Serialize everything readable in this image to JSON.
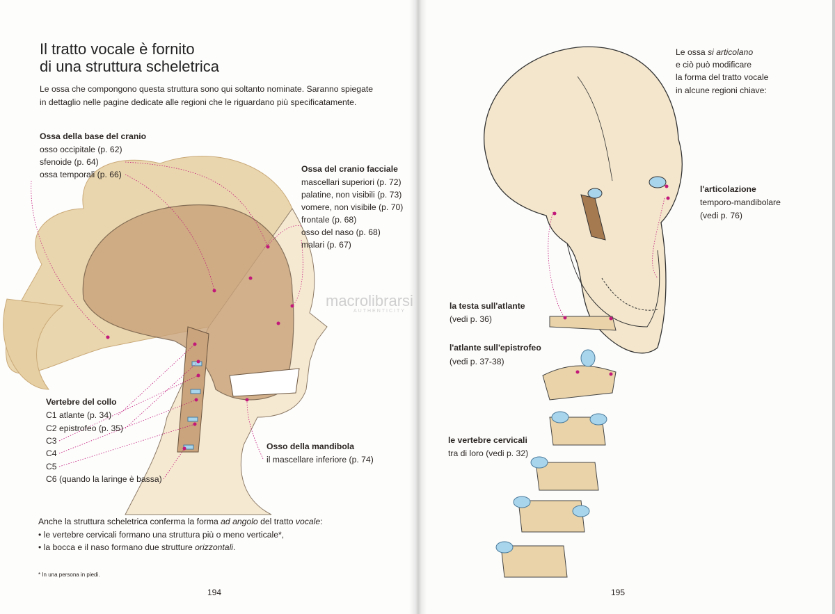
{
  "left_page": {
    "title": [
      "Il tratto vocale è fornito",
      "di una struttura scheletrica"
    ],
    "intro": [
      "Le ossa che compongono questa struttura sono qui soltanto nominate. Saranno spiegate",
      "in dettaglio nelle pagine dedicate alle regioni che le riguardano più specificatamente."
    ],
    "groups": {
      "base_cranio": {
        "heading": "Ossa della base del cranio",
        "items": [
          "osso occipitale (p. 62)",
          "sfenoide (p. 64)",
          "ossa temporali (p. 66)"
        ]
      },
      "cranio_facciale": {
        "heading": "Ossa del cranio facciale",
        "items": [
          "mascellari superiori (p. 72)",
          "palatine, non visibili (p. 73)",
          "vomere, non visibile (p. 70)",
          "frontale (p. 68)",
          "osso del naso (p. 68)",
          "malari (p. 67)"
        ]
      },
      "vertebre": {
        "heading": "Vertebre del collo",
        "items": [
          "C1 atlante (p. 34)",
          "C2 epistrofeo (p. 35)",
          "C3",
          "C4",
          "C5",
          "C6 (quando la laringe è bassa)"
        ]
      },
      "mandibola": {
        "heading": "Osso della mandibola",
        "items": [
          "il mascellare inferiore (p. 74)"
        ]
      }
    },
    "conclusion": {
      "line1_a": "Anche la struttura scheletrica conferma la forma ",
      "line1_em1": "ad angolo",
      "line1_b": " del tratto ",
      "line1_em2": "vocale",
      "line1_c": ":",
      "line2": "• le vertebre cervicali formano una struttura più o meno verticale*,",
      "line3_a": "• la bocca e il naso formano due strutture ",
      "line3_em": "orizzontali",
      "line3_b": "."
    },
    "footnote": "* In una persona in piedi.",
    "page_number": "194"
  },
  "right_page": {
    "intro": {
      "l1_a": "Le ossa ",
      "l1_em": "si articolano",
      "l2": "e ciò può modificare",
      "l3": "la forma del tratto vocale",
      "l4": "in alcune regioni chiave:"
    },
    "labels": [
      {
        "heading": "l'articolazione",
        "lines": [
          "temporo-mandibolare",
          "(vedi p. 76)"
        ]
      },
      {
        "heading": "la testa sull'atlante",
        "lines": [
          "(vedi p. 36)"
        ]
      },
      {
        "heading": "l'atlante sull'epistrofeo",
        "lines": [
          "(vedi p. 37-38)"
        ]
      },
      {
        "heading": "le vertebre cervicali",
        "lines": [
          "tra di loro (vedi p. 32)"
        ]
      }
    ],
    "page_number": "195"
  },
  "watermark": {
    "text": "macrolibrarsi",
    "sub": "AUTHENTICITY"
  },
  "colors": {
    "marker": "#c2187a",
    "bone": "#e8d3ae",
    "bone_dark": "#b98c5c",
    "cartilage": "#a8d4ec"
  }
}
